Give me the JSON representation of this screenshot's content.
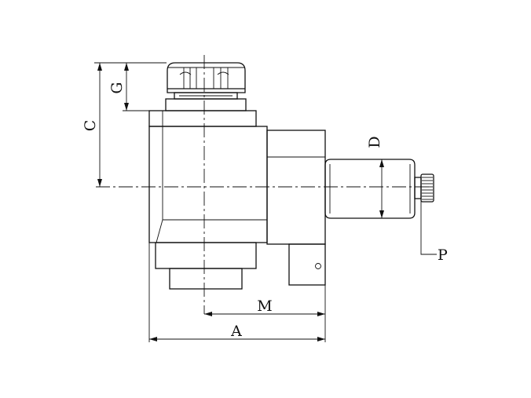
{
  "drawing": {
    "labels": {
      "c": "C",
      "g": "G",
      "d": "D",
      "m": "M",
      "a": "A",
      "p": "P"
    }
  }
}
